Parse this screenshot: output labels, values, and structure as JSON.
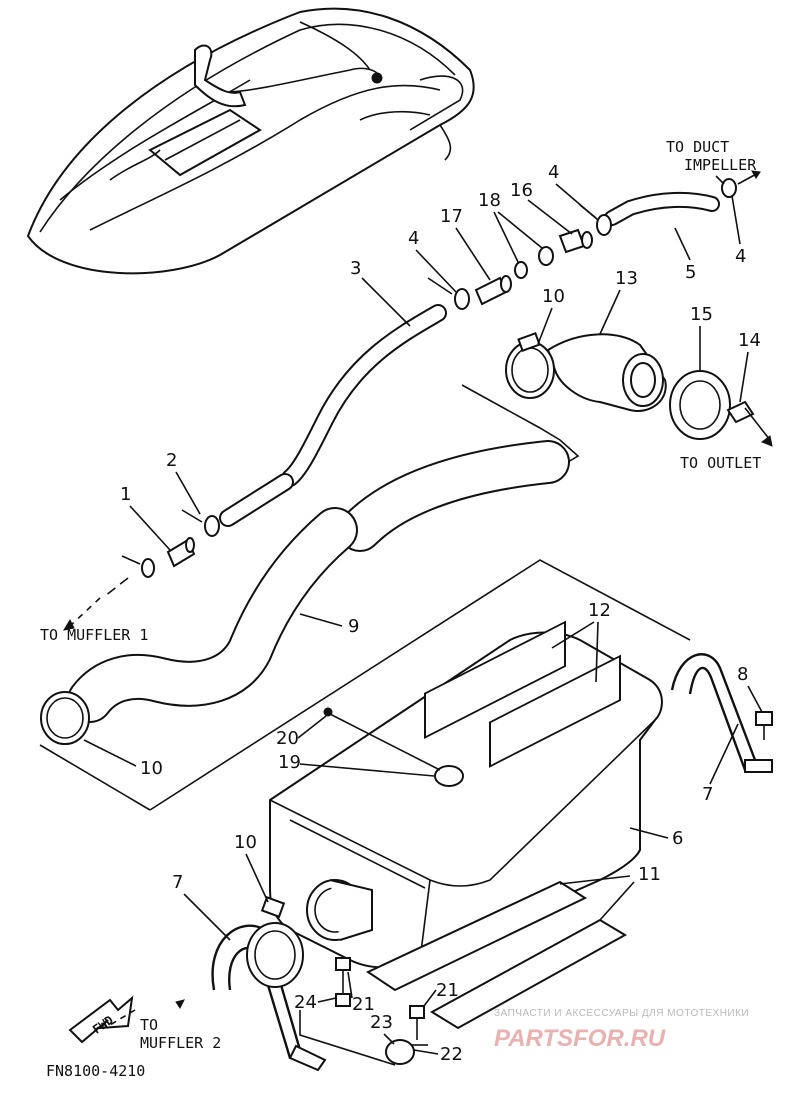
{
  "diagram": {
    "code": "FN8100-4210",
    "fwd": "FWD",
    "destinations": {
      "duct_impeller": [
        "TO DUCT",
        "IMPELLER"
      ],
      "outlet": "TO OUTLET",
      "muffler1": "TO MUFFLER 1",
      "muffler2": [
        "TO",
        "MUFFLER 2"
      ]
    },
    "callouts": {
      "c1": "1",
      "c2": "2",
      "c3": "3",
      "c4a": "4",
      "c4b": "4",
      "c4c": "4",
      "c5": "5",
      "c6": "6",
      "c7a": "7",
      "c7b": "7",
      "c8": "8",
      "c9": "9",
      "c10a": "10",
      "c10b": "10",
      "c10c": "10",
      "c11": "11",
      "c12": "12",
      "c13": "13",
      "c14": "14",
      "c15": "15",
      "c16": "16",
      "c17": "17",
      "c18": "18",
      "c19": "19",
      "c20": "20",
      "c21a": "21",
      "c21b": "21",
      "c22": "22",
      "c23": "23",
      "c24": "24"
    },
    "watermark": {
      "line1": "ЗАПЧАСТИ И АКСЕССУАРЫ ДЛЯ МОТОТЕХНИКИ",
      "line2": "PARTSFOR.RU"
    }
  }
}
